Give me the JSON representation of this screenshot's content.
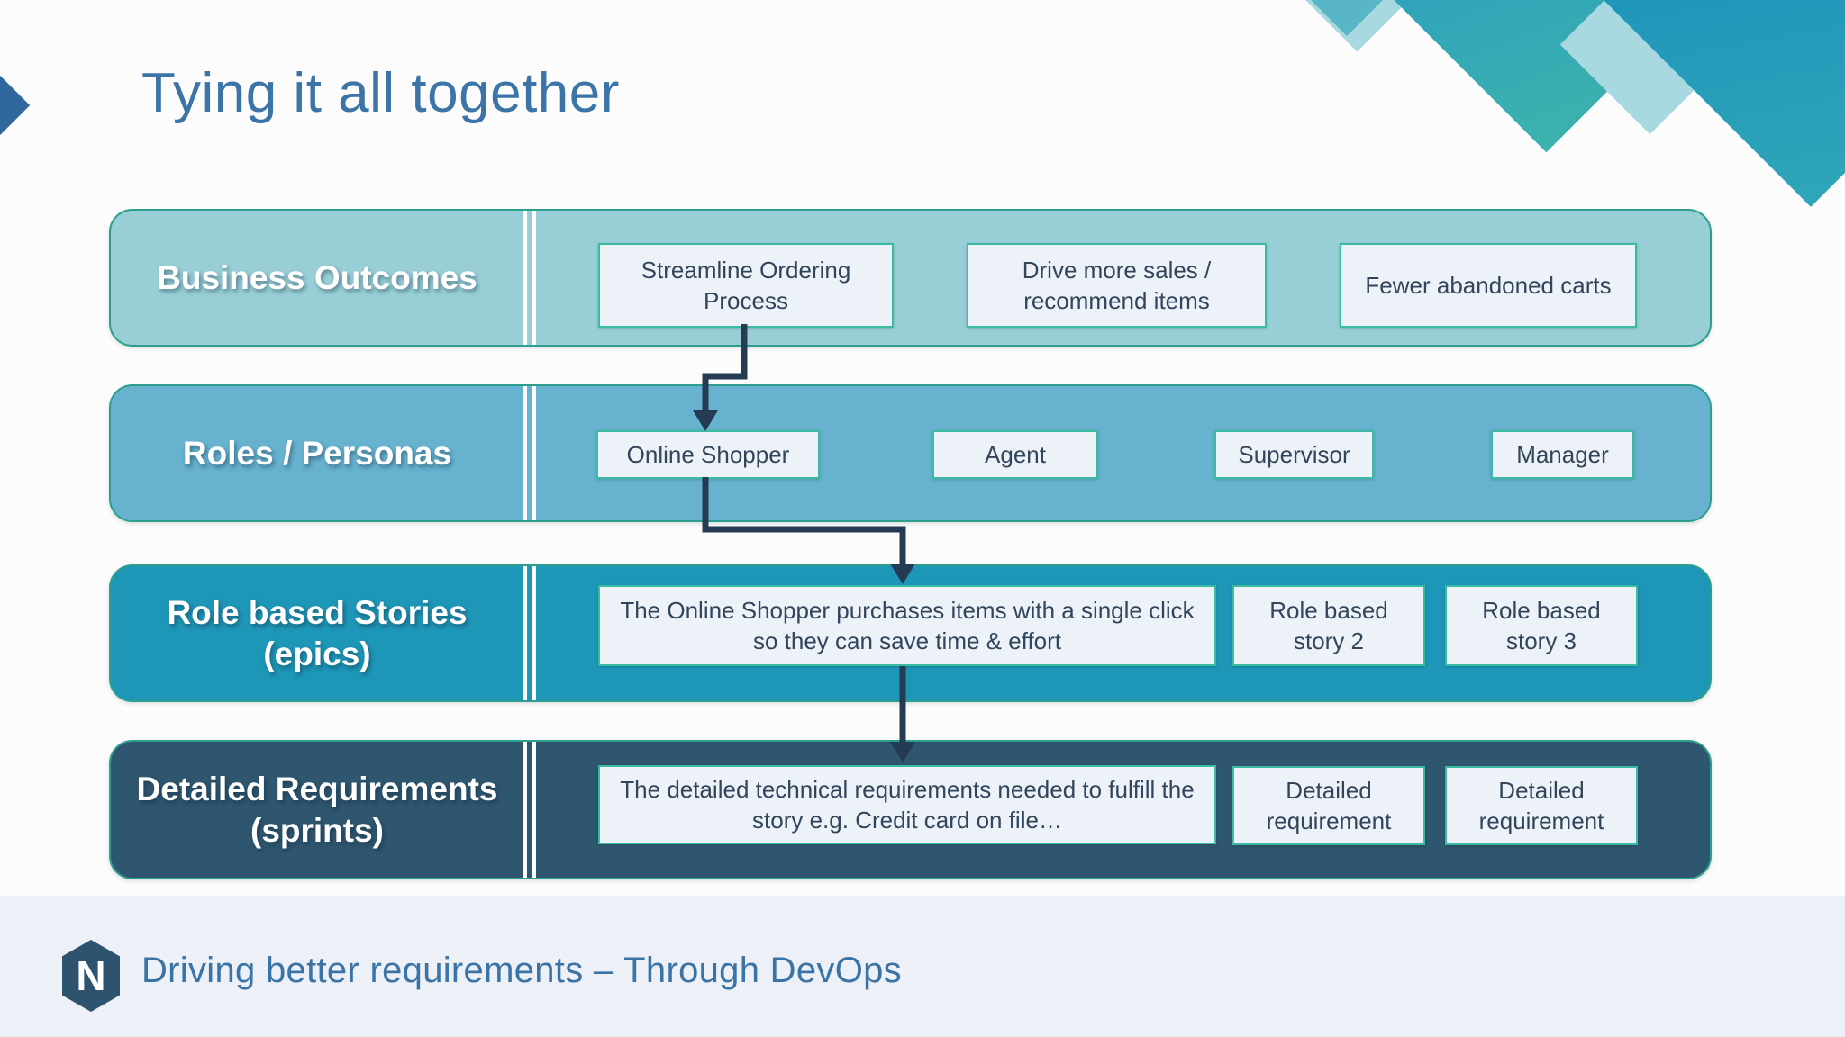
{
  "title": "Tying it all together",
  "lanes": [
    {
      "label": "Business Outcomes",
      "sublabel": "",
      "boxes": [
        "Streamline Ordering Process",
        "Drive more sales / recommend items",
        "Fewer abandoned carts"
      ]
    },
    {
      "label": "Roles / Personas",
      "sublabel": "",
      "boxes": [
        "Online Shopper",
        "Agent",
        "Supervisor",
        "Manager"
      ]
    },
    {
      "label": "Role based Stories",
      "sublabel": "(epics)",
      "boxes": [
        "The Online Shopper purchases items with a single click so they can save time & effort",
        "Role based story 2",
        "Role based story 3"
      ]
    },
    {
      "label": "Detailed Requirements",
      "sublabel": "(sprints)",
      "boxes": [
        "The detailed technical requirements needed to fulfill the story e.g. Credit card on file…",
        "Detailed requirement",
        "Detailed requirement"
      ]
    }
  ],
  "footer": {
    "logo_letter": "N",
    "text": "Driving better requirements – Through DevOps"
  },
  "colors": {
    "title_text": "#3C74A8",
    "lane1_bg": "#98CFD7",
    "lane2_bg": "#66B2CF",
    "lane3_bg": "#1E96B7",
    "lane4_bg": "#2F566F",
    "lane_border": "#2E9E8C",
    "box_bg": "#EDF2F9",
    "box_border": "#3BBBA0",
    "box_text": "#32455A",
    "arrow": "#243B53",
    "footer_bg": "#EDF1F7",
    "footer_text": "#3A73A6",
    "logo_bg": "#2E536E",
    "decor_teal": "#2A9EC0",
    "decor_light": "#A9D9E0"
  }
}
